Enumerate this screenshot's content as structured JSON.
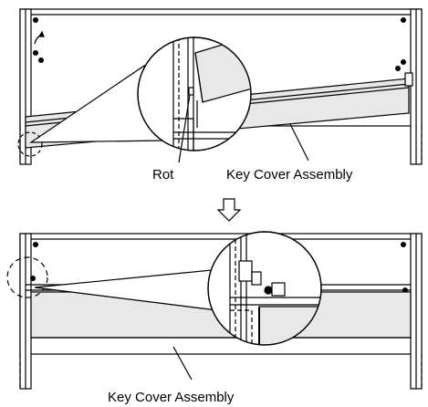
{
  "top_panel": {
    "label_rot": "Rot",
    "label_assembly": "Key Cover Assembly"
  },
  "bottom_panel": {
    "label_assembly": "Key Cover Assembly"
  },
  "arrow": {
    "icon": "down-arrow-icon"
  },
  "colors": {
    "line": "#000000",
    "fill": "#e8e8e8",
    "background": "#ffffff"
  }
}
